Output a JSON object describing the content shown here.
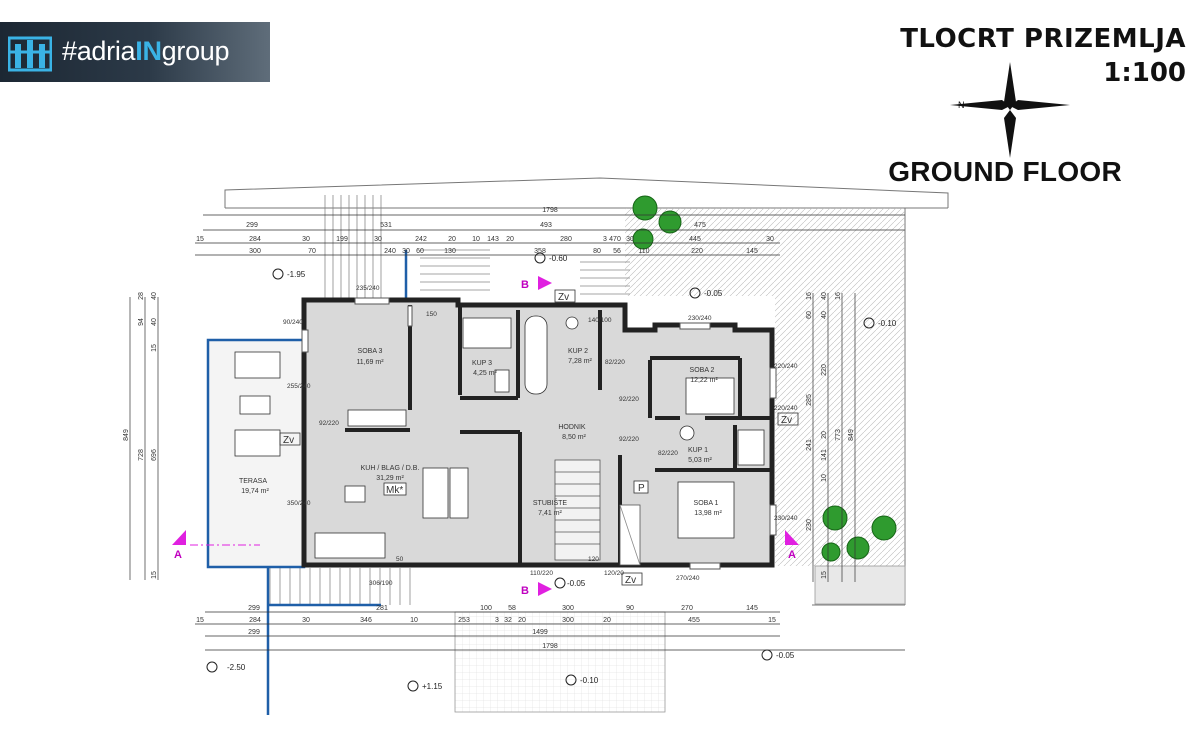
{
  "brand": {
    "prefix": "#adria",
    "highlight": "IN",
    "suffix": "group",
    "accent": "#3ab3e6"
  },
  "titles": {
    "line1": "TLOCRT PRIZEMLJA",
    "scale": "1:100",
    "ground": "GROUND FLOOR"
  },
  "compass": {
    "north_label": "N"
  },
  "rooms": [
    {
      "name": "SOBA 3",
      "area": "11,69 m²"
    },
    {
      "name": "KUP 3",
      "area": "4,25 m²"
    },
    {
      "name": "KUP 2",
      "area": "7,28 m²"
    },
    {
      "name": "SOBA 2",
      "area": "12,22 m²"
    },
    {
      "name": "HODNIK",
      "area": "8,50 m²"
    },
    {
      "name": "KUP 1",
      "area": "5,03 m²"
    },
    {
      "name": "KUH / BLAG / D.B.",
      "area": "31,29 m²"
    },
    {
      "name": "TERASA",
      "area": "19,74 m²"
    },
    {
      "name": "STUBIŠTE",
      "area": "7,41 m²"
    },
    {
      "name": "SOBA 1",
      "area": "13,98 m²"
    }
  ],
  "symbols": {
    "zv": "Zv",
    "mk": "Mk*",
    "p": "P"
  },
  "sections": {
    "a": "A",
    "b": "B"
  },
  "levels": [
    "-1.95",
    "-0.60",
    "-0.05",
    "-0.10",
    "-0.05",
    "-2.50",
    "+1.15",
    "-0.10",
    "-0.05"
  ],
  "dims_top": {
    "row1": [
      "1798"
    ],
    "row2": [
      "299",
      "531",
      "493",
      "475"
    ],
    "row3": [
      "15",
      "284",
      "30",
      "199",
      "30",
      "242",
      "20",
      "10",
      "143",
      "20",
      "280",
      "3",
      "470",
      "30",
      "445",
      "30"
    ],
    "row4": [
      "300",
      "70",
      "240",
      "30",
      "60",
      "130",
      "358",
      "80",
      "56",
      "110",
      "220",
      "145"
    ]
  },
  "dims_bottom": {
    "row1": [
      "299",
      "281",
      "100",
      "58",
      "300",
      "90",
      "270",
      "145"
    ],
    "row2": [
      "15",
      "284",
      "30",
      "346",
      "10",
      "253",
      "3",
      "32",
      "20",
      "300",
      "20",
      "455",
      "15"
    ],
    "row3": [
      "299",
      "1499"
    ],
    "row4": [
      "1798"
    ]
  },
  "dims_left": [
    "28",
    "40",
    "94",
    "40",
    "15",
    "849",
    "728",
    "696",
    "15"
  ],
  "dims_right": [
    "16",
    "40",
    "60",
    "40",
    "16",
    "-0.10",
    "220",
    "285",
    "773",
    "849",
    "241",
    "20",
    "141",
    "10",
    "230",
    "15"
  ],
  "openings": [
    "90/240",
    "255/240",
    "350/240",
    "150",
    "235/240",
    "140/100",
    "82/220",
    "92/220",
    "92/220",
    "92/220",
    "230/240",
    "220/240",
    "220/240",
    "230/240",
    "82/220",
    "110/220",
    "120/20",
    "270/240",
    "50",
    "120",
    "306/190"
  ]
}
